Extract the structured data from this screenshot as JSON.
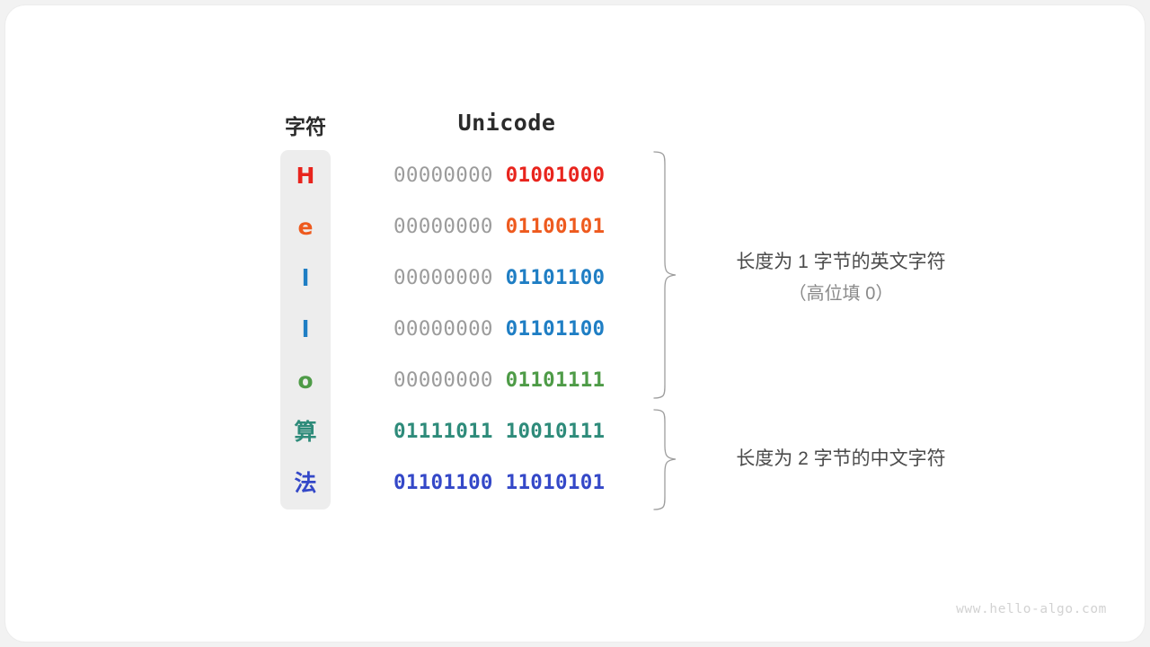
{
  "figure": {
    "watermark": "www.hello-algo.com",
    "headers": {
      "char": "字符",
      "unicode": "Unicode"
    },
    "rows": [
      {
        "char": "H",
        "char_color": "#e8241d",
        "pad": "00000000 ",
        "data": "01001000",
        "data_color": "#e8241d"
      },
      {
        "char": "e",
        "char_color": "#ee5a1e",
        "pad": "00000000 ",
        "data": "01100101",
        "data_color": "#ee5a1e"
      },
      {
        "char": "l",
        "char_color": "#1f7ec4",
        "pad": "00000000 ",
        "data": "01101100",
        "data_color": "#1f7ec4"
      },
      {
        "char": "l",
        "char_color": "#1f7ec4",
        "pad": "00000000 ",
        "data": "01101100",
        "data_color": "#1f7ec4"
      },
      {
        "char": "o",
        "char_color": "#4e9b47",
        "pad": "00000000 ",
        "data": "01101111",
        "data_color": "#4e9b47"
      },
      {
        "char": "算",
        "char_color": "#2e8b7a",
        "pad": "",
        "data": "01111011 10010111",
        "data_color": "#2e8b7a"
      },
      {
        "char": "法",
        "char_color": "#3448c8",
        "pad": "",
        "data": "01101100 11010101",
        "data_color": "#3448c8"
      }
    ],
    "annotations": [
      {
        "main": "长度为 1 字节的英文字符",
        "sub": "（高位填 0）"
      },
      {
        "main": "长度为 2 字节的中文字符",
        "sub": ""
      }
    ],
    "colors": {
      "column_background": "#ededed",
      "padding_bits": "#9b9b9b",
      "brace": "#9d9d9d",
      "note_text": "#4a4a4a",
      "note_sub_text": "#8a8a8a",
      "watermark": "#d2d2d2"
    }
  }
}
